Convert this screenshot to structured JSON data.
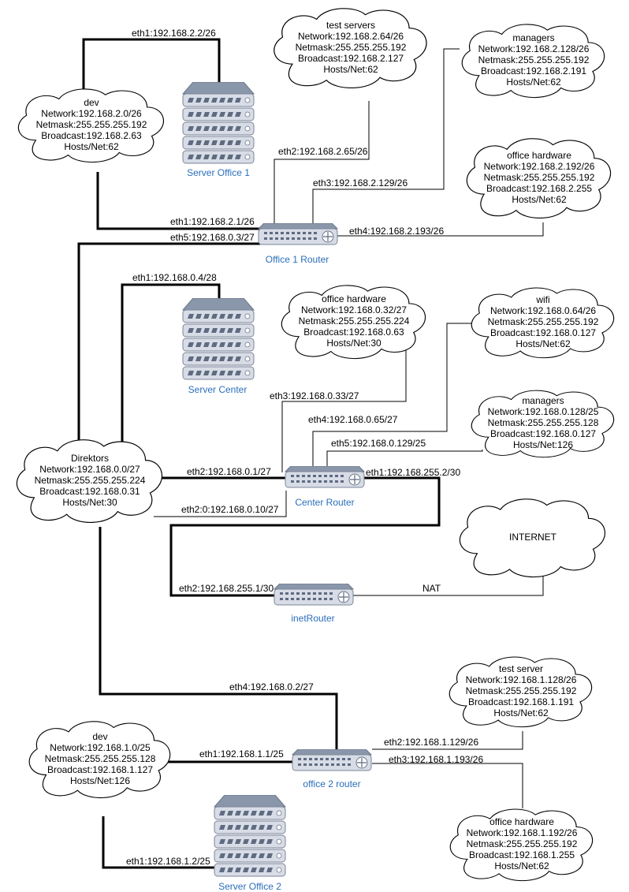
{
  "clouds": [
    {
      "id": "dev1",
      "lines": [
        "dev",
        "Network:192.168.2.0/26",
        "Netmask:255.255.255.192",
        "Broadcast:192.168.2.63",
        "Hosts/Net:62"
      ]
    },
    {
      "id": "testservers1",
      "lines": [
        "test servers",
        "Network:192.168.2.64/26",
        "Netmask:255.255.255.192",
        "Broadcast:192.168.2.127",
        "Hosts/Net:62"
      ]
    },
    {
      "id": "managers1",
      "lines": [
        "managers",
        "Network:192.168.2.128/26",
        "Netmask:255.255.255.192",
        "Broadcast:192.168.2.191",
        "Hosts/Net:62"
      ]
    },
    {
      "id": "officehw1",
      "lines": [
        "office hardware",
        "Network:192.168.2.192/26",
        "Netmask:255.255.255.192",
        "Broadcast:192.168.2.255",
        "Hosts/Net:62"
      ]
    },
    {
      "id": "officehwc",
      "lines": [
        "office hardware",
        "Network:192.168.0.32/27",
        "Netmask:255.255.255.224",
        "Broadcast:192.168.0.63",
        "Hosts/Net:30"
      ]
    },
    {
      "id": "wific",
      "lines": [
        "wifi",
        "Network:192.168.0.64/26",
        "Netmask:255.255.255.192",
        "Broadcast:192.168.0.127",
        "Hosts/Net:62"
      ]
    },
    {
      "id": "managersc",
      "lines": [
        "managers",
        "Network:192.168.0.128/25",
        "Netmask:255.255.255.128",
        "Broadcast:192.168.0.127",
        "Hosts/Net:126"
      ]
    },
    {
      "id": "direktors",
      "lines": [
        "Direktors",
        "Network:192.168.0.0/27",
        "Netmask:255.255.255.224",
        "Broadcast:192.168.0.31",
        "Hosts/Net:30"
      ]
    },
    {
      "id": "internet",
      "lines": [
        "INTERNET"
      ]
    },
    {
      "id": "testserver2",
      "lines": [
        "test server",
        "Network:192.168.1.128/26",
        "Netmask:255.255.255.192",
        "Broadcast:192.168.1.191",
        "Hosts/Net:62"
      ]
    },
    {
      "id": "dev2",
      "lines": [
        "dev",
        "Network:192.168.1.0/25",
        "Netmask:255.255.255.128",
        "Broadcast:192.168.1.127",
        "Hosts/Net:126"
      ]
    },
    {
      "id": "officehw2",
      "lines": [
        "office hardware",
        "Network:192.168.1.192/26",
        "Netmask:255.255.255.192",
        "Broadcast:192.168.1.255",
        "Hosts/Net:62"
      ]
    }
  ],
  "devices": {
    "server_office1": "Server Office 1",
    "office1_router": "Office 1 Router",
    "server_center": "Server Center",
    "center_router": "Center Router",
    "inet_router": "inetRouter",
    "office2_router": "office 2 router",
    "server_office2": "Server Office 2"
  },
  "links": [
    "eth1:192.168.2.2/26",
    "eth2:192.168.2.65/26",
    "eth3:192.168.2.129/26",
    "eth1:192.168.2.1/26",
    "eth5:192.168.0.3/27",
    "eth4:192.168.2.193/26",
    "eth1:192.168.0.4/28",
    "eth3:192.168.0.33/27",
    "eth4:192.168.0.65/27",
    "eth5:192.168.0.129/25",
    "eth2:192.168.0.1/27",
    "eth1:192.168.255.2/30",
    "eth2:0:192.168.0.10/27",
    "eth2:192.168.255.1/30",
    "NAT",
    "eth4:192.168.0.2/27",
    "eth1:192.168.1.1/25",
    "eth2:192.168.1.129/26",
    "eth3:192.168.1.193/26",
    "eth1:192.168.1.2/25"
  ]
}
